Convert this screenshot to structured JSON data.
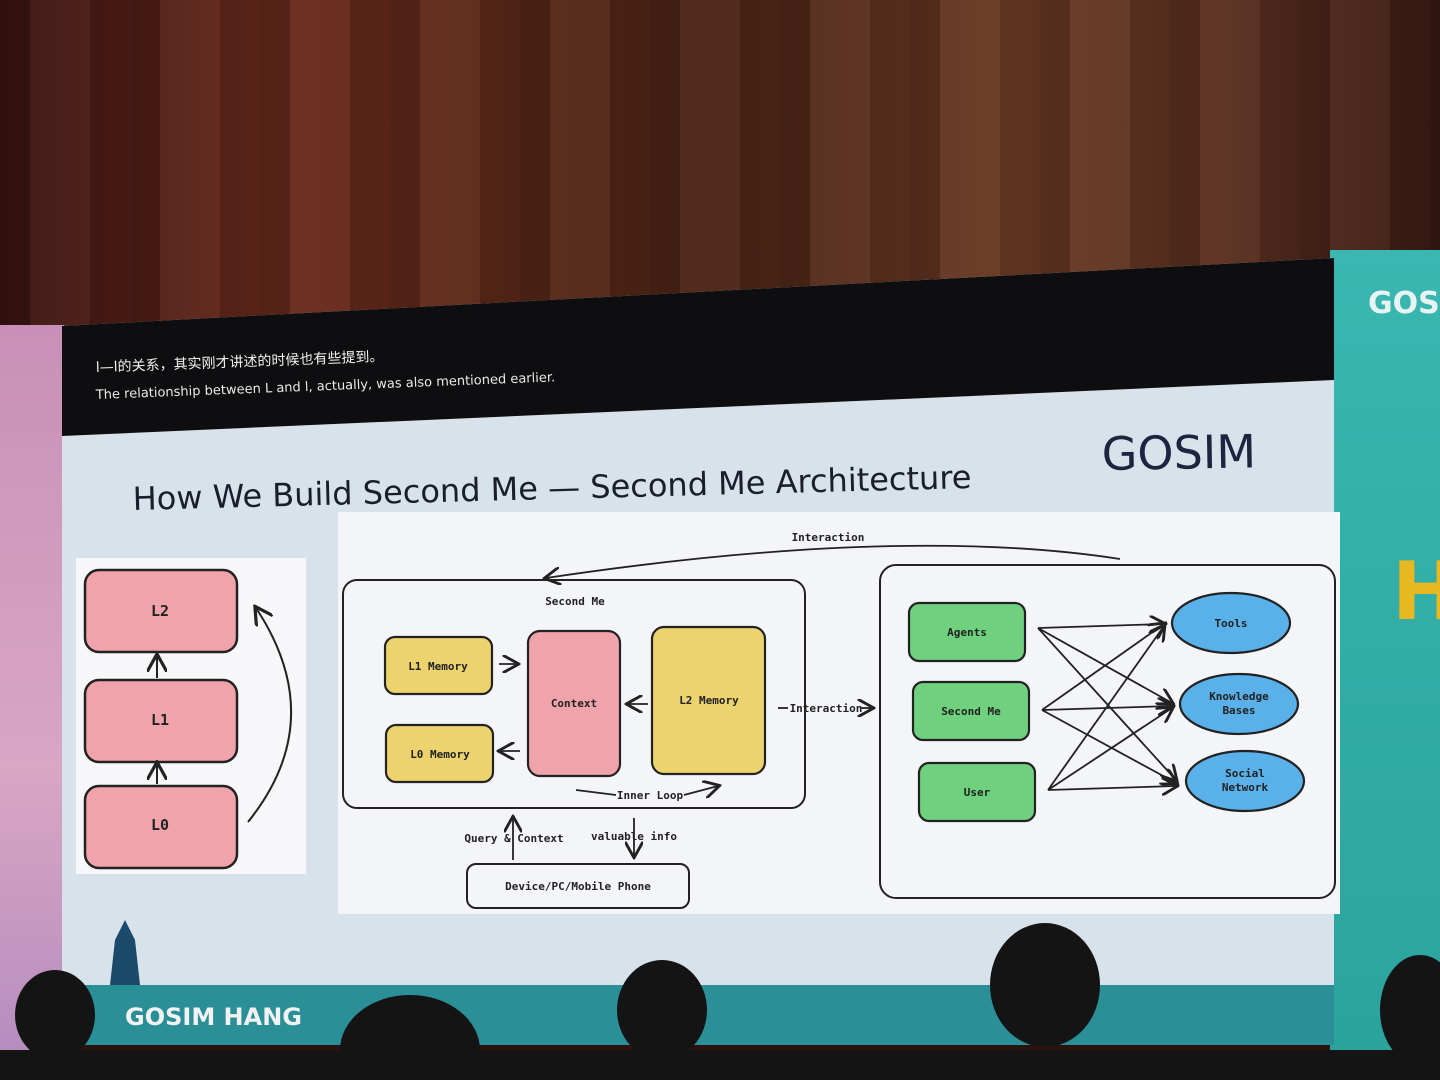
{
  "subtitle": {
    "zh": "l—l的关系，其实刚才讲述的时候也有些提到。",
    "en": "The relationship between L and l, actually, was also mentioned earlier."
  },
  "slide": {
    "title": "How We Build Second Me — Second Me Architecture",
    "logo": "GOSIM",
    "footer_brand": "GOSIM HANG",
    "layers": [
      "L2",
      "L1",
      "L0"
    ],
    "second_me": {
      "label": "Second Me",
      "l1": "L1 Memory",
      "l0": "L0 Memory",
      "context": "Context",
      "l2": "L2 Memory",
      "inner_loop": "Inner Loop"
    },
    "interaction_top": "Interaction",
    "interaction_mid": "Interaction",
    "query": "Query & Context",
    "valuable": "valuable info",
    "device": "Device/PC/Mobile Phone",
    "actors": [
      "Agents",
      "Second Me",
      "User"
    ],
    "resources": [
      {
        "line1": "Tools",
        "line2": ""
      },
      {
        "line1": "Knowledge",
        "line2": "Bases"
      },
      {
        "line1": "Social",
        "line2": "Network"
      }
    ],
    "colors": {
      "pink": "#f0a3aa",
      "yellow": "#ecd36e",
      "green": "#6fd07e",
      "blue": "#5ab0e8",
      "bar": "#0e0e10",
      "bg": "#dfe6ee"
    }
  },
  "side_screen": {
    "logo": "GOS",
    "banner": "H"
  }
}
